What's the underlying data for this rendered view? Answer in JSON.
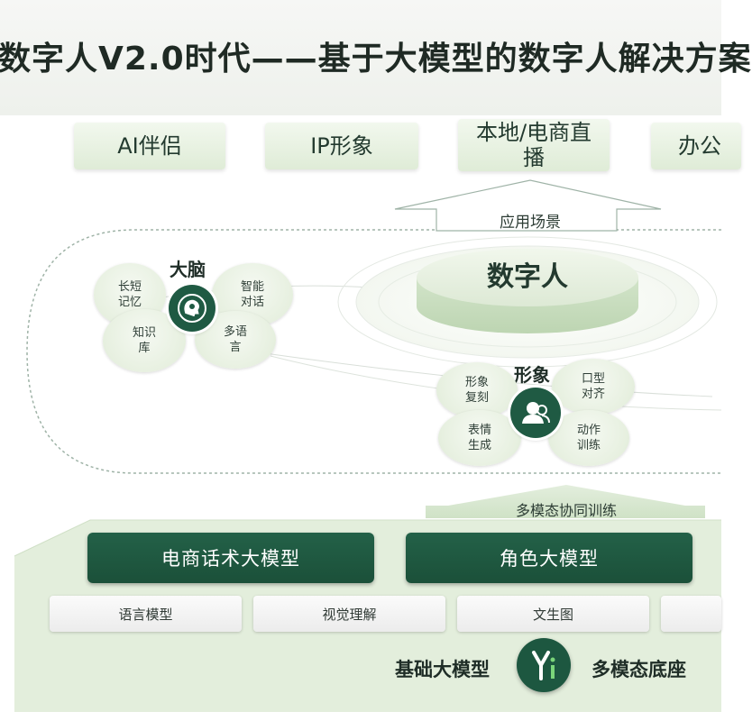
{
  "title": "数字人V2.0时代——基于大模型的数字人解决方案",
  "scenarios": [
    "AI伴侣",
    "IP形象",
    "本地/电商直播",
    "办公"
  ],
  "scenarios_label": "应用场景",
  "center_label": "数字人",
  "brain": {
    "title": "大脑",
    "petals": [
      "长短记忆",
      "智能对话",
      "知识库",
      "多语言"
    ]
  },
  "image": {
    "title": "形象",
    "petals": [
      "形象复刻",
      "口型对齐",
      "表情生成",
      "动作训练"
    ]
  },
  "training_label": "多模态协同训练",
  "models": [
    "电商话术大模型",
    "角色大模型"
  ],
  "base_tags": [
    "语言模型",
    "视觉理解",
    "文生图",
    ""
  ],
  "foundation_left": "基础大模型",
  "foundation_right": "多模态底座",
  "colors": {
    "accent": "#1f5a43",
    "light_green": "#e4efdc",
    "text": "#1f2d27"
  }
}
